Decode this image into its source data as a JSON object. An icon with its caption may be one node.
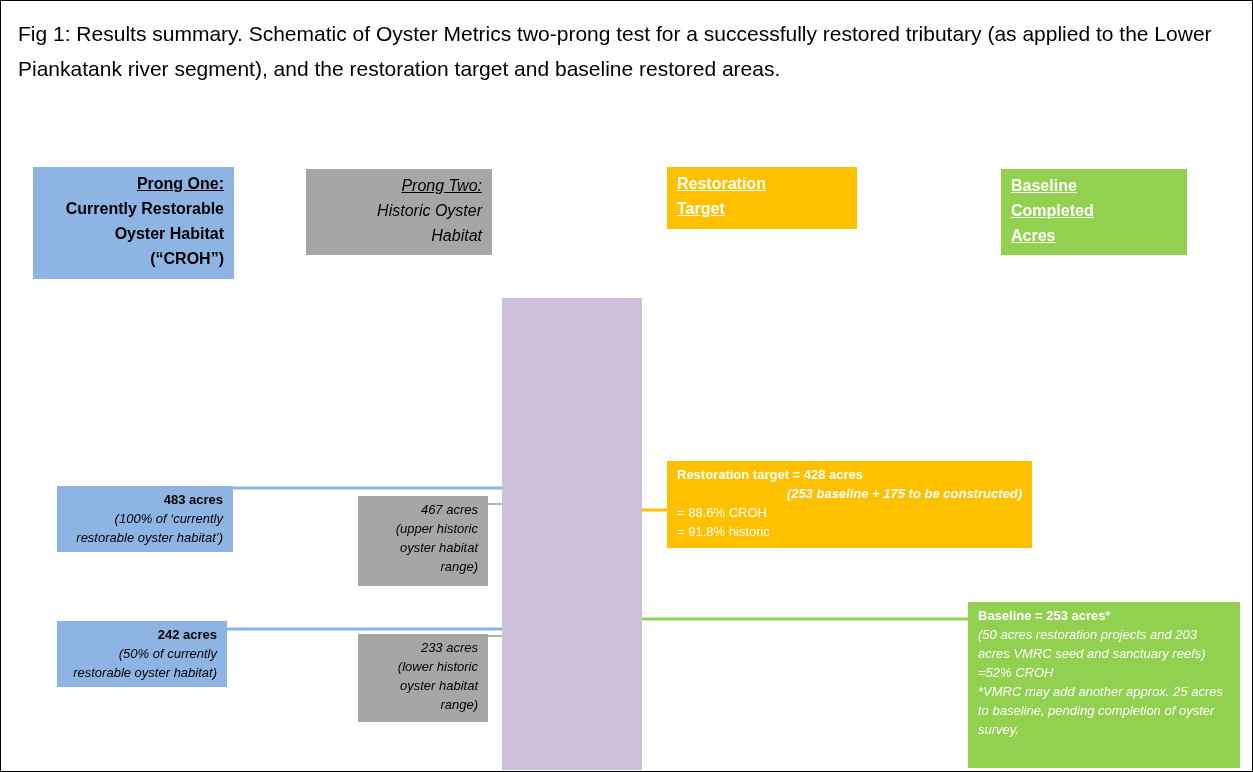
{
  "diagram": {
    "title": "Fig 1: Results summary. Schematic of Oyster Metrics two-prong test for a successfully restored tributary (as applied to the Lower Piankatank river segment), and the restoration target and baseline restored areas.",
    "nodes": [
      {
        "text": [
          "Prong One:",
          "Currently Restorable Oyster Habitat (“CROH”)"
        ]
      },
      {
        "text": [
          "Prong Two:",
          "Historic Oyster Habitat"
        ]
      },
      {
        "text": [
          "Restoration Target"
        ]
      },
      {
        "text": [
          "Baseline Completed Acres"
        ]
      },
      {
        "text": [],
        "shape": "bar"
      },
      {
        "text": [
          "483 acres",
          "(100% of ‘currently restorable oyster habitat’)"
        ]
      },
      {
        "text": [
          "467 acres",
          "(upper historic oyster habitat range)"
        ]
      },
      {
        "text": [
          "Restoration target = 428 acres",
          "(253 baseline + 175 to be constructed)",
          "= 88.6% CROH",
          "= 91.8% historic"
        ]
      },
      {
        "text": [
          "242 acres",
          "(50% of currently restorable oyster habitat)"
        ]
      },
      {
        "text": [
          "233 acres",
          "(lower historic oyster habitat range)"
        ]
      },
      {
        "text": [
          "Baseline = 253 acres*",
          "(50 acres restoration projects and 203 acres VMRC seed and sanctuary reefs)",
          "=52% CROH",
          "*VMRC may add another approx. 25 acres to baseline, pending completion of oyster survey."
        ]
      }
    ],
    "edges": [
      {
        "from": 5,
        "to": 4,
        "arrow": "none",
        "color": "#8eb4e3"
      },
      {
        "from": 6,
        "to": 4,
        "arrow": "none",
        "color": "#7f7f7f"
      },
      {
        "from": 7,
        "to": 4,
        "arrow": "none",
        "color": "#ffc000"
      },
      {
        "from": 8,
        "to": 4,
        "arrow": "none",
        "color": "#8eb4e3"
      },
      {
        "from": 9,
        "to": 4,
        "arrow": "none",
        "color": "#7f7f7f"
      },
      {
        "from": 10,
        "to": 4,
        "arrow": "none",
        "color": "#92d050"
      }
    ]
  }
}
